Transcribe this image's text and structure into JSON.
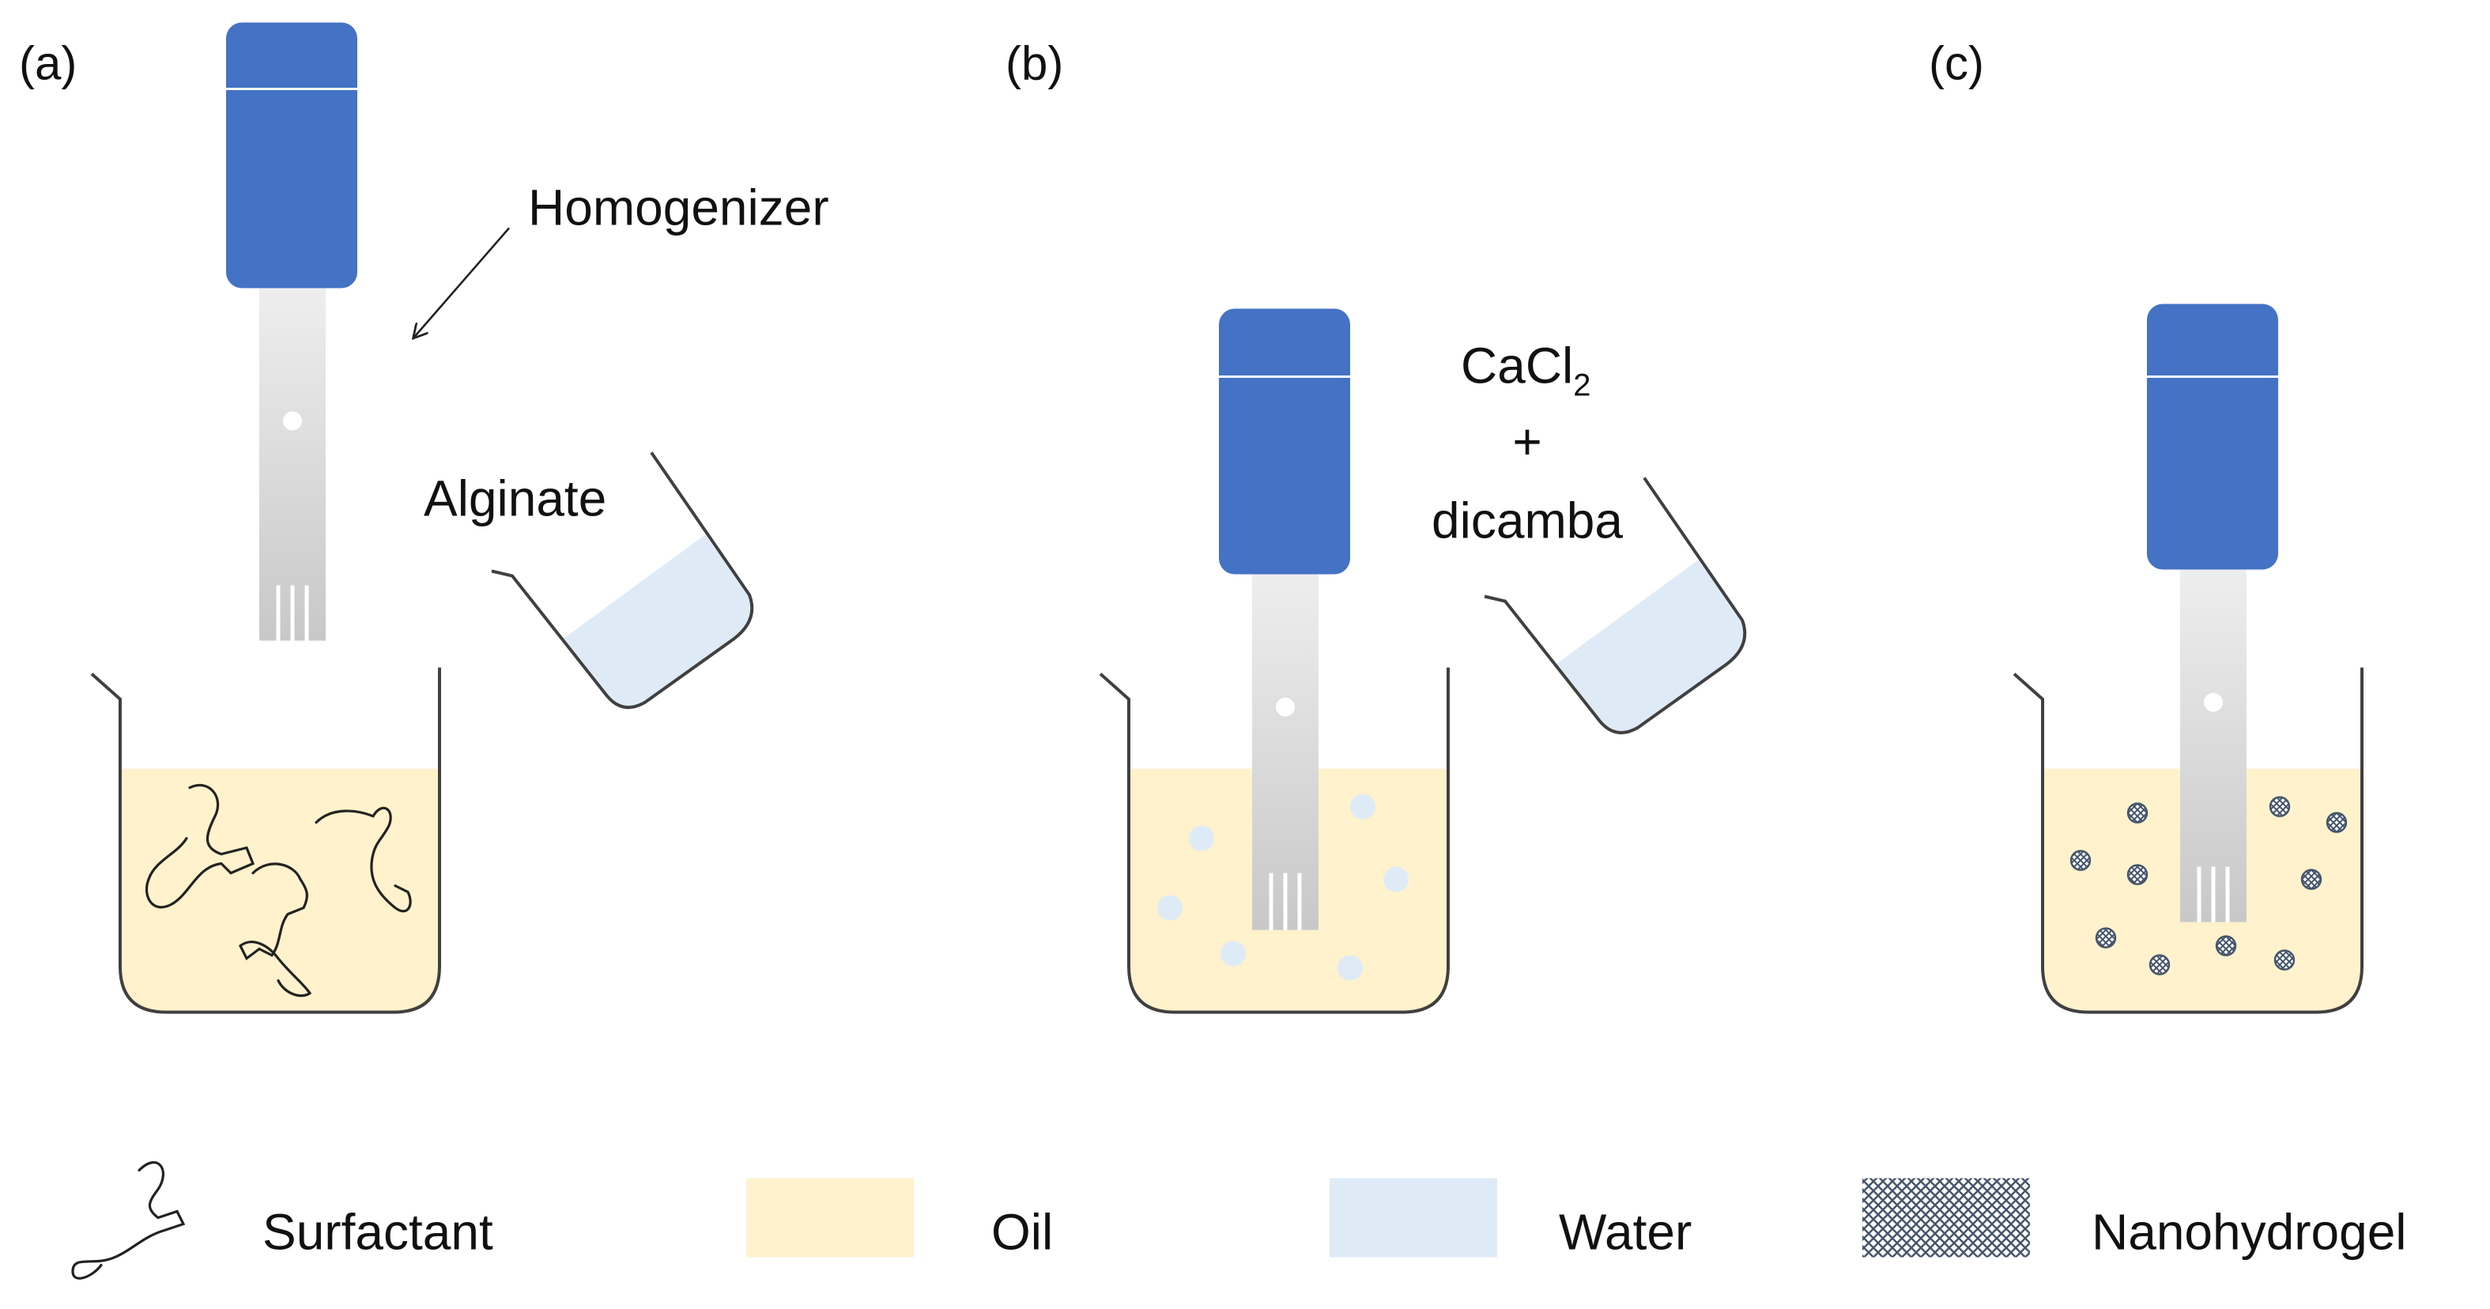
{
  "panels": {
    "a": {
      "label": "(a)",
      "homogenizer_label": "Homogenizer",
      "pour_label": "Alginate"
    },
    "b": {
      "label": "(b)",
      "pour_label_line1_base": "CaCl",
      "pour_label_line1_sub": "2",
      "pour_label_line2": "+",
      "pour_label_line3": "dicamba"
    },
    "c": {
      "label": "(c)"
    }
  },
  "legend": {
    "surfactant": "Surfactant",
    "oil": "Oil",
    "water": "Water",
    "nanohydrogel": "Nanohydrogel"
  },
  "colors": {
    "homogenizer_head": "#4472C4",
    "oil": "#FFF2CC",
    "water": "#DEEBF7",
    "nanohydrogel": "#44546A",
    "outline": "#404040"
  }
}
